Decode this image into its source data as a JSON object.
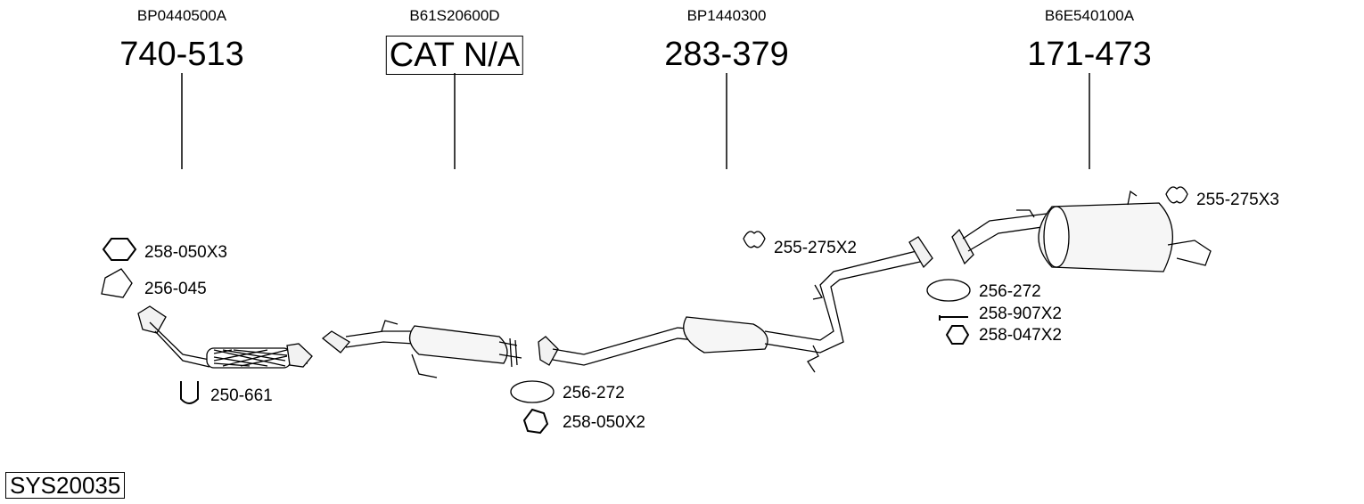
{
  "sections": [
    {
      "oem": "BP0440500A",
      "part": "740-513",
      "boxed": false
    },
    {
      "oem": "B61S20600D",
      "part": "CAT N/A",
      "boxed": true
    },
    {
      "oem": "BP1440300",
      "part": "283-379",
      "boxed": false
    },
    {
      "oem": "B6E540100A",
      "part": "171-473",
      "boxed": false
    }
  ],
  "accessories": {
    "nut_front": "258-050X3",
    "gasket_front": "256-045",
    "u_clamp": "250-661",
    "gasket_mid": "256-272",
    "nut_mid": "258-050X2",
    "hanger_mid": "255-275X2",
    "hanger_rear": "255-275X3",
    "gasket_rear": "256-272",
    "bolt_rear": "258-907X2",
    "nut_rear": "258-047X2"
  },
  "system_code": "SYS20035"
}
